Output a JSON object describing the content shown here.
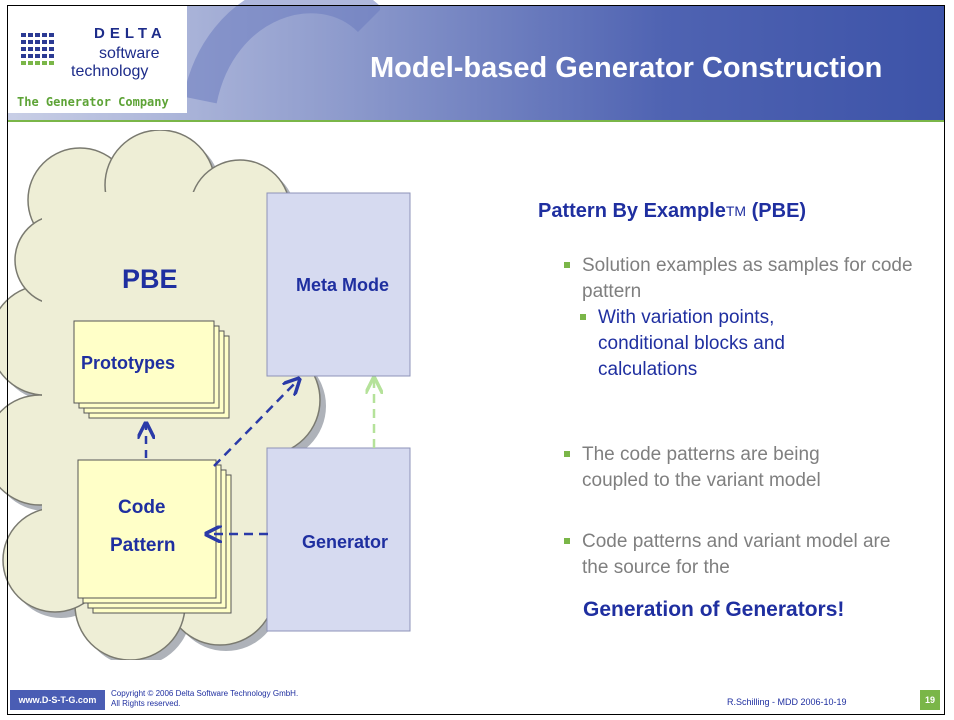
{
  "header": {
    "logo_brand": "DELTA",
    "logo_line2": "software",
    "logo_line3": "technology",
    "logo_tagline": "The Generator Company",
    "title": "Model-based Generator Construction"
  },
  "diagram": {
    "cloud_label": "PBE",
    "prototypes_label": "Prototypes",
    "code_pattern_line1": "Code",
    "code_pattern_line2": "Pattern",
    "meta_model_label": "Meta Mode",
    "generator_label": "Generator"
  },
  "content": {
    "heading": "Pattern By Example",
    "heading_tm": "TM",
    "heading_suffix": " (PBE)",
    "bullets": [
      {
        "text": "Solution examples as samples for code pattern"
      },
      {
        "text": "With variation points, conditional blocks and calculations"
      },
      {
        "text": "The code patterns are being coupled to the variant model"
      },
      {
        "text": "Code patterns and variant model are the source for the"
      }
    ],
    "emphasis": "Generation of Generators!"
  },
  "footer": {
    "url": "www.D-S-T-G.com",
    "copyright_line1": "Copyright © 2006 Delta Software Technology GmbH.",
    "copyright_line2": "All Rights reserved.",
    "author": "R.Schilling - MDD 2006-10-19",
    "page_number": "19"
  },
  "colors": {
    "accent_green": "#7ab648",
    "brand_blue": "#1f2fa0",
    "cloud_fill": "#eeeed6",
    "note_fill": "#ffffc8",
    "box_fill": "#d6daf0"
  }
}
